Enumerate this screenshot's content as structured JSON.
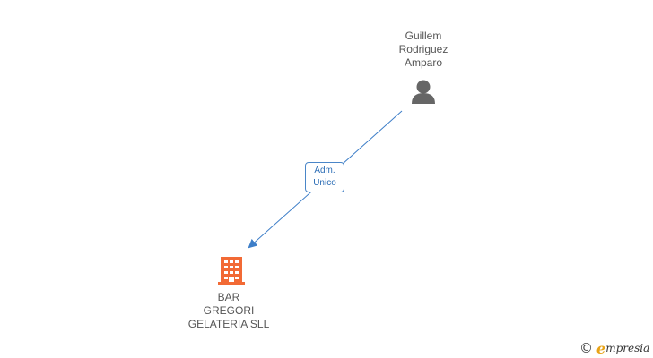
{
  "person": {
    "name_lines": [
      "Guillem",
      "Rodriguez",
      "Amparo"
    ],
    "icon": "person-icon",
    "icon_color": "#666666"
  },
  "relation": {
    "label_lines": [
      "Adm.",
      "Unico"
    ],
    "line_color": "#3d7ec8"
  },
  "company": {
    "name_lines": [
      "BAR",
      "GREGORI",
      "GELATERIA SLL"
    ],
    "icon": "building-icon",
    "icon_color": "#f26a35"
  },
  "footer": {
    "copyright_symbol": "©",
    "brand_initial": "e",
    "brand_rest": "mpresia"
  }
}
